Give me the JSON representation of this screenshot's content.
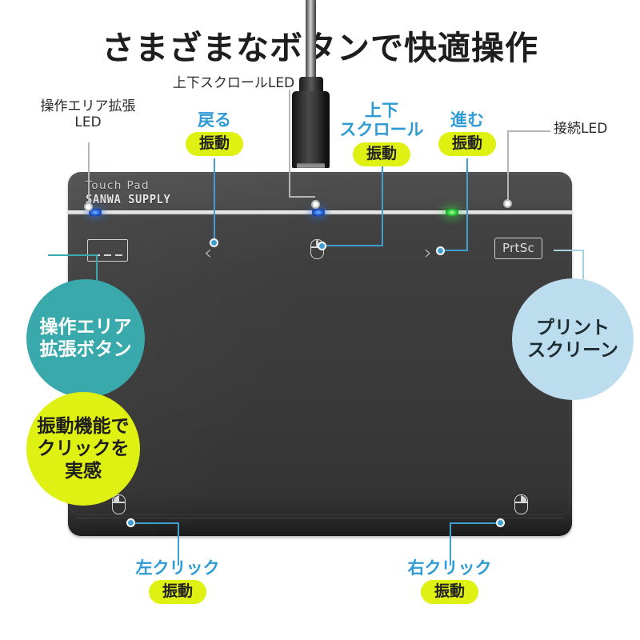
{
  "title": "さまざまなボタンで快適操作",
  "device": {
    "brand_top": "Touch Pad",
    "brand_bottom": "SANWA SUPPLY",
    "back_arrow_glyph": "‹",
    "forward_arrow_glyph": "›",
    "prtsc_key_label": "PrtSc",
    "body_color": "#3a3a3a",
    "led_strip_color": "#e8e8e8"
  },
  "leds": {
    "expand_led_color": "#2f6fe0",
    "scroll_led_color": "#2f6fe0",
    "connect_led_color": "#41d84a"
  },
  "labels": {
    "expand_led": {
      "line1": "操作エリア拡張",
      "line2": "LED"
    },
    "scroll_led": {
      "line1": "上下スクロールLED"
    },
    "back": {
      "line1": "戻る",
      "pill": "振動"
    },
    "scroll": {
      "line1": "上下",
      "line2": "スクロール",
      "pill": "振動"
    },
    "forward": {
      "line1": "進む",
      "pill": "振動"
    },
    "connect_led": {
      "line1": "接続LED"
    },
    "left_click": {
      "line1": "左クリック",
      "pill": "振動"
    },
    "right_click": {
      "line1": "右クリック",
      "pill": "振動"
    }
  },
  "badges": {
    "expand_button": {
      "line1": "操作エリア",
      "line2": "拡張ボタン",
      "color": "#3aa9ac"
    },
    "vibration": {
      "line1": "振動機能で",
      "line2": "クリックを",
      "line3": "実感",
      "color": "#dff013"
    },
    "print_screen": {
      "line1": "プリント",
      "line2": "スクリーン",
      "color": "#bcdded"
    }
  },
  "icons": {
    "expand_area": "expand-area-icon",
    "scroll_mouse": "mouse-scroll-icon",
    "left_click_mouse": "mouse-left-click-icon",
    "right_click_mouse": "mouse-right-click-icon",
    "usb_connector": "usb-cable-connector"
  },
  "accent_colors": {
    "leader_blue": "#3f9fd0",
    "leader_gray": "#b6b6b6",
    "label_blue": "#2e9bd4",
    "pill_lime": "#dff013"
  }
}
